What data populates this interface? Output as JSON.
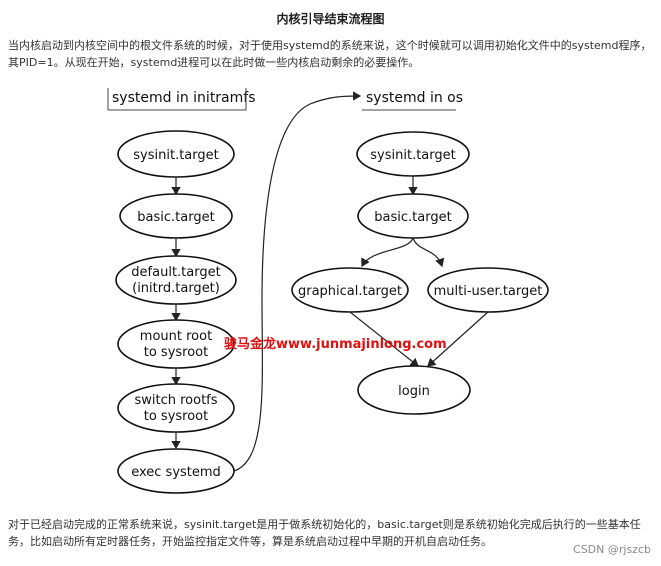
{
  "title": "内核引导结束流程图",
  "intro": "当内核启动到内核空间中的根文件系统的时候，对于使用systemd的系统来说，这个时候就可以调用初始化文件中的systemd程序，其PID=1。从现在开始，systemd进程可以在此时做一些内核启动剩余的必要操作。",
  "diagram": {
    "left_label": "systemd in initramfs",
    "right_label": "systemd in os",
    "left_nodes": [
      {
        "line1": "sysinit.target",
        "line2": ""
      },
      {
        "line1": "basic.target",
        "line2": ""
      },
      {
        "line1": "default.target",
        "line2": "(initrd.target)"
      },
      {
        "line1": "mount root",
        "line2": "to sysroot"
      },
      {
        "line1": "switch rootfs",
        "line2": "to sysroot"
      },
      {
        "line1": "exec systemd",
        "line2": ""
      }
    ],
    "right_nodes": {
      "sysinit": "sysinit.target",
      "basic": "basic.target",
      "graphical": "graphical.target",
      "multiuser": "multi-user.target",
      "login": "login"
    }
  },
  "watermark": "骏马金龙www.junmajinlong.com",
  "outro": "对于已经启动完成的正常系统来说，sysinit.target是用于做系统初始化的，basic.target则是系统初始化完成后执行的一些基本任务，比如启动所有定时器任务，开始监控指定文件等，算是系统启动过程中早期的开机自启动任务。",
  "footer": "CSDN @rjszcb"
}
